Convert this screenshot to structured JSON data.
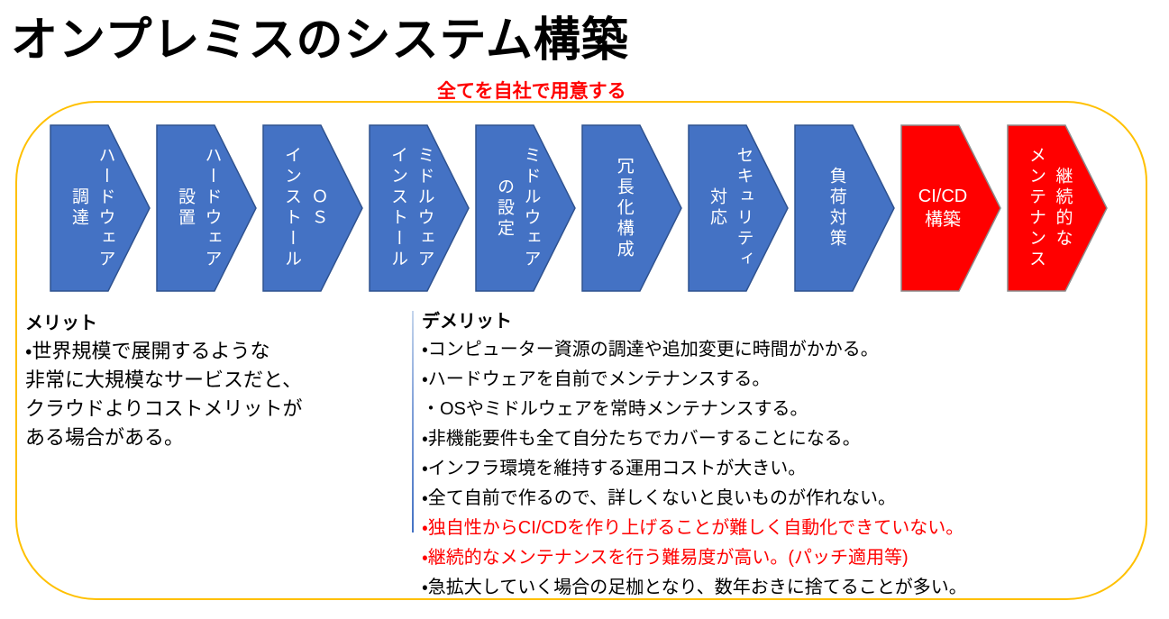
{
  "page": {
    "title": "オンプレミスのシステム構築",
    "subtitle": "全てを自社で用意する"
  },
  "colors": {
    "chevron_blue": "#4472C4",
    "chevron_blue_border": "#2F528F",
    "chevron_red": "#FF0000",
    "chevron_red_border": "#8C8C8C",
    "frame_yellow": "#FFC000",
    "accent_red_text": "#FF0000",
    "chevron_text": "#FFFFFF"
  },
  "process_flow": {
    "steps": [
      {
        "label": "ハードウェア\n調達",
        "color": "blue",
        "text_direction": "vertical"
      },
      {
        "label": "ハードウェア\n設置",
        "color": "blue",
        "text_direction": "vertical"
      },
      {
        "label": "ＯＳ\nインストール",
        "color": "blue",
        "text_direction": "vertical"
      },
      {
        "label": "ミドルウェア\nインストール",
        "color": "blue",
        "text_direction": "vertical"
      },
      {
        "label": "ミドルウェア\nの設定",
        "color": "blue",
        "text_direction": "vertical"
      },
      {
        "label": "冗長化構成",
        "color": "blue",
        "text_direction": "vertical"
      },
      {
        "label": "セキュリティ\n対応",
        "color": "blue",
        "text_direction": "vertical"
      },
      {
        "label": "負荷対策",
        "color": "blue",
        "text_direction": "vertical"
      },
      {
        "label": "CI/CD\n構築",
        "color": "red",
        "text_direction": "horizontal"
      },
      {
        "label": "継続的な\nメンテナンス",
        "color": "red",
        "text_direction": "vertical"
      }
    ]
  },
  "merit": {
    "heading": "メリット",
    "lines": [
      "・世界規模で展開するような",
      "非常に大規模なサービスだと、",
      "クラウドよりコストメリットが",
      "ある場合がある。"
    ]
  },
  "demerit": {
    "heading": "デメリット",
    "items": [
      {
        "text": "・コンピューター資源の調達や追加変更に時間がかかる。",
        "color": "black"
      },
      {
        "text": "・ハードウェアを自前でメンテナンスする。",
        "color": "black"
      },
      {
        "text": "・OSやミドルウェアを常時メンテナンスする。",
        "color": "black"
      },
      {
        "text": "・非機能要件も全て自分たちでカバーすることになる。",
        "color": "black"
      },
      {
        "text": "・インフラ環境を維持する運用コストが大きい。",
        "color": "black"
      },
      {
        "text": "・全て自前で作るので、詳しくないと良いものが作れない。",
        "color": "black"
      },
      {
        "text": "・独自性からCI/CDを作り上げることが難しく自動化できていない。",
        "color": "red"
      },
      {
        "text": "・継続的なメンテナンスを行う難易度が高い。(パッチ適用等)",
        "color": "red"
      },
      {
        "text": "・急拡大していく場合の足枷となり、数年おきに捨てることが多い。",
        "color": "black"
      }
    ]
  }
}
